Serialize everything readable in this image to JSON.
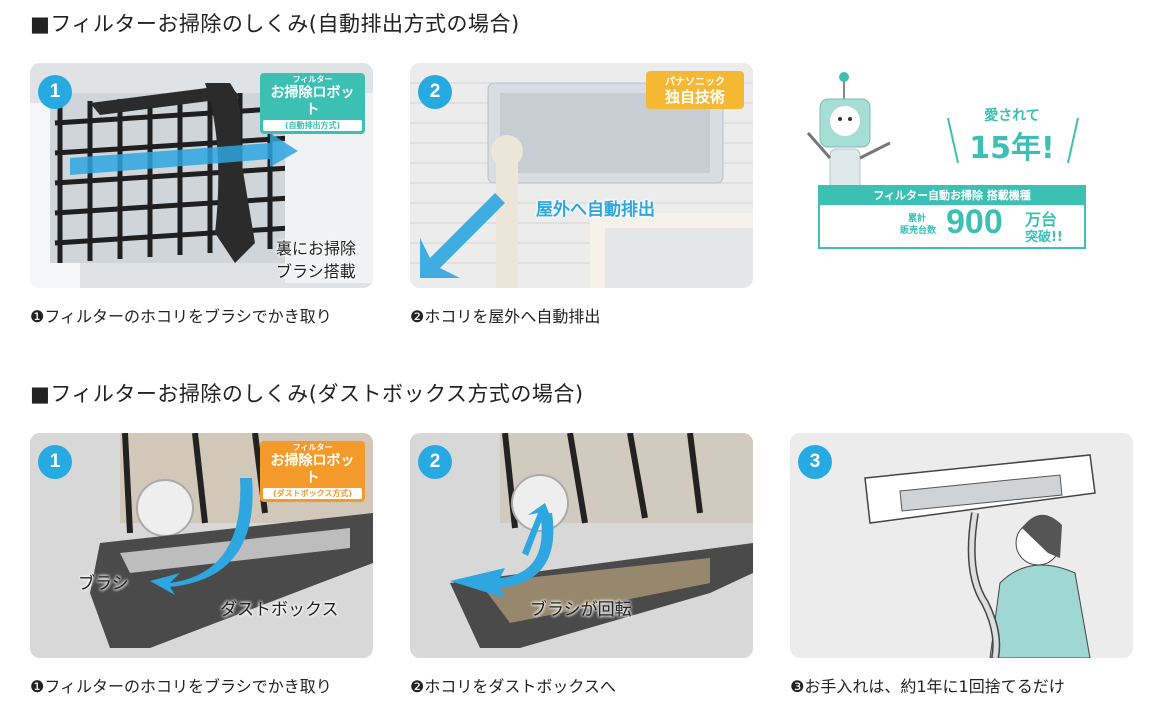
{
  "section1": {
    "title": "■フィルターお掃除のしくみ(自動排出方式の場合)",
    "cards": [
      {
        "number": "1",
        "tag": {
          "small": "フィルター",
          "main": "お掃除ロボット",
          "sub": "(自動排出方式)"
        },
        "overlay": [
          "裏にお掃除",
          "ブラシ搭載"
        ],
        "caption": "❶フィルターのホコリをブラシでかき取り"
      },
      {
        "number": "2",
        "tag": {
          "main1": "パナソニック",
          "main2": "独自技術"
        },
        "overlay": [
          "屋外へ自動排出"
        ],
        "caption": "❷ホコリを屋外へ自動排出"
      }
    ],
    "promo": {
      "loved": "愛されて",
      "years": "15年!",
      "banner": "フィルター自動お掃除 搭載機種",
      "label1": "累計",
      "label2": "販売台数",
      "number": "900",
      "unit": "万台",
      "breakthrough": "突破!!"
    }
  },
  "section2": {
    "title": "■フィルターお掃除のしくみ(ダストボックス方式の場合)",
    "cards": [
      {
        "number": "1",
        "tag": {
          "small": "フィルター",
          "main": "お掃除ロボット",
          "sub": "(ダストボックス方式)"
        },
        "overlay": [
          "ブラシ",
          "ダストボックス"
        ],
        "caption": "❶フィルターのホコリをブラシでかき取り"
      },
      {
        "number": "2",
        "overlay": [
          "ブラシが回転"
        ],
        "caption": "❷ホコリをダストボックスへ"
      },
      {
        "number": "3",
        "caption": "❸お手入れは、約1年に1回捨てるだけ"
      }
    ]
  },
  "colors": {
    "badge": "#27a9e1",
    "teal": "#3cc0b4",
    "orange": "#f39a2a",
    "yellow": "#f5b833",
    "arrow": "#2ea6e0"
  }
}
